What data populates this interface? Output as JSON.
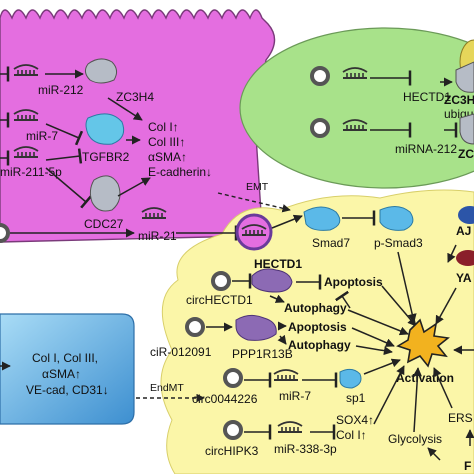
{
  "epithelial": {
    "mir212": "miR-212",
    "zc3h4": "ZC3H4",
    "mir7": "miR-7",
    "tgfbr2": "TGFBR2",
    "mir2115p": "miR-211-5p",
    "cdc27": "CDC27",
    "mir21": "miR-21",
    "markers": [
      "Col I↑",
      "Col III↑",
      "αSMA↑",
      "E-cadherin↓"
    ]
  },
  "macrophage": {
    "hectd1": "HECTD1",
    "zc3h4": "ZC3H",
    "ubiquit": "ubiquit",
    "mirna212": "miRNA-212",
    "zc_cut": "ZC"
  },
  "endothelial": {
    "markers": [
      "Col I, Col III,",
      "αSMA↑",
      "VE-cad, CD31↓"
    ]
  },
  "arrows": {
    "emt": "EMT",
    "endmt": "EndMT"
  },
  "fibroblast": {
    "smad7": "Smad7",
    "psmad3": "p-Smad3",
    "aj": "AJ",
    "ya": "YA",
    "hectd1": "HECTD1",
    "apoptosis1": "Apoptosis",
    "autophagy1": "Autophagy",
    "circhectd1": "circHECTD1",
    "cir012091": "ciR-012091",
    "ppp1r13b": "PPP1R13B",
    "apoptosis2": "Apoptosis",
    "autophagy2": "Autophagy",
    "activation": "Activation",
    "circ0044226": "circ0044226",
    "mir7": "miR-7",
    "sp1": "sp1",
    "circhipk3": "circHIPK3",
    "mir3383p": "miR-338-3p",
    "sox4": "SOX4↑",
    "col1": "Col I↑",
    "glycolysis": "Glycolysis",
    "ers": "ERS",
    "f_cut": "F"
  },
  "colors": {
    "epithelial": "#e46ee0",
    "macrophage": "#a8e28a",
    "endothelial": "#7fc6ee",
    "fibroblast": "#fbf6a8",
    "smad_blue": "#5bb9e8",
    "zc3h4_gray": "#b6bcc6",
    "hectd1_purple": "#8c6ab4",
    "activation_orange": "#f2b21f"
  }
}
